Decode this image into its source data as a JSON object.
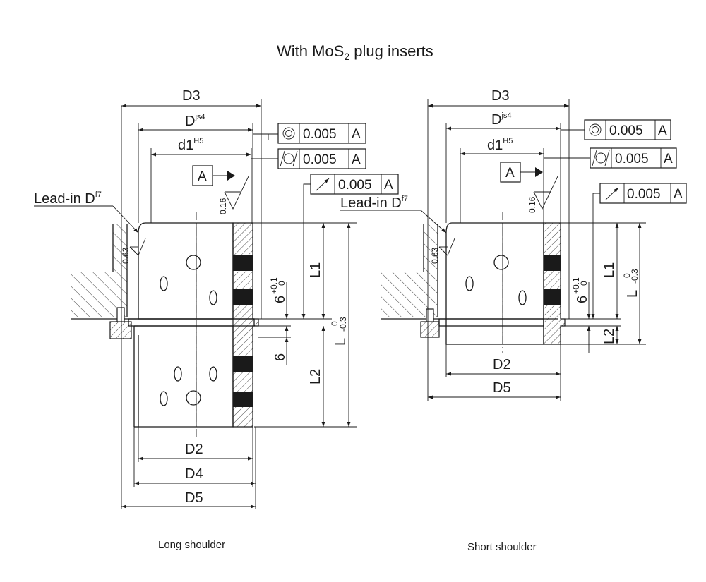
{
  "title": {
    "prefix": "With MoS",
    "sub": "2",
    "suffix": " plug inserts"
  },
  "dimensions": {
    "d3": "D3",
    "d": "D",
    "d_fit": "js4",
    "d1": "d1",
    "d1_fit": "H5",
    "d2": "D2",
    "d4": "D4",
    "d5": "D5",
    "l": "L",
    "l_tol_upper": "0",
    "l_tol_lower": "-0.3",
    "l1": "L1",
    "l2": "L2",
    "six": "6",
    "six_tol_upper": "+0.1",
    "six_tol_lower": "0",
    "lead_in": "Lead-in D",
    "lead_in_fit": "f7"
  },
  "tolerances": {
    "concentricity": {
      "value": "0.005",
      "datum": "A"
    },
    "cylindricity": {
      "value": "0.005",
      "datum": "A"
    },
    "runout": {
      "value": "0.005",
      "datum": "A"
    },
    "datum": "A"
  },
  "roughness": {
    "bore": "0.16",
    "lead": "0.63"
  },
  "captions": {
    "long": "Long shoulder",
    "short": "Short shoulder"
  }
}
